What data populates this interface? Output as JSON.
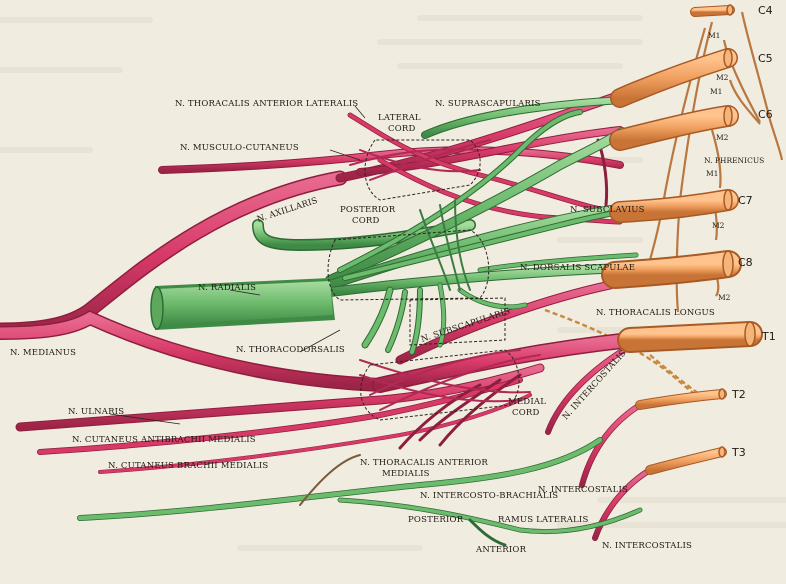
{
  "colors": {
    "background": "#f1ece0",
    "nerve_red": "#d83a68",
    "nerve_red_dark": "#8e1e3e",
    "nerve_green": "#6dbb6d",
    "nerve_green_dark": "#2e6b34",
    "root_orange": "#f0a060",
    "root_orange_dark": "#a85a24",
    "phrenic_brown": "#c9874e",
    "label_ink": "#1e1a14"
  },
  "roots": [
    "C4",
    "C5",
    "C6",
    "C7",
    "C8",
    "T1",
    "T2",
    "T3"
  ],
  "muscle_markers": {
    "m1a": "M1",
    "m1b": "M1",
    "m1c": "M1",
    "m2a": "M2",
    "m2b": "M2",
    "m2c": "M2",
    "m2d": "M2"
  },
  "labels": {
    "thoracalis_anterior_lateralis": "N. Thoracalis anterior lateralis",
    "lateral_cord_1": "Lateral",
    "lateral_cord_2": "Cord",
    "suprascapularis": "N. Suprascapularis",
    "musculo_cutaneus": "N. Musculo-cutaneus",
    "phrenicus": "N. Phrenicus",
    "axillaris": "N. Axillaris",
    "posterior_cord_1": "Posterior",
    "posterior_cord_2": "Cord",
    "subclavius": "N. Subclavius",
    "dorsalis_scapulae": "N. Dorsalis scapulae",
    "radialis": "N. Radialis",
    "thoracalis_longus": "N. Thoracalis longus",
    "medianus": "N. Medianus",
    "thoracodorsalis": "N. Thoracodorsalis",
    "subscapularis": "N. Subscapularis",
    "intercostalis_1": "N. Intercostalis",
    "ulnaris": "N. Ulnaris",
    "medial_cord_1": "Medial",
    "medial_cord_2": "Cord",
    "cutaneus_antibrachii_medialis": "N. Cutaneus antibrachii medialis",
    "cutaneus_brachii_medialis": "N. Cutaneus brachii medialis",
    "thoracalis_anterior_medialis_1": "N. Thoracalis anterior",
    "thoracalis_anterior_medialis_2": "medialis",
    "intercosto_brachialis": "N. Intercosto-brachialis",
    "intercostalis_2": "N. Intercostalis",
    "posterior": "Posterior",
    "ramus_lateralis": "Ramus lateralis",
    "anterior": "Anterior",
    "intercostalis_3": "N. Intercostalis"
  }
}
